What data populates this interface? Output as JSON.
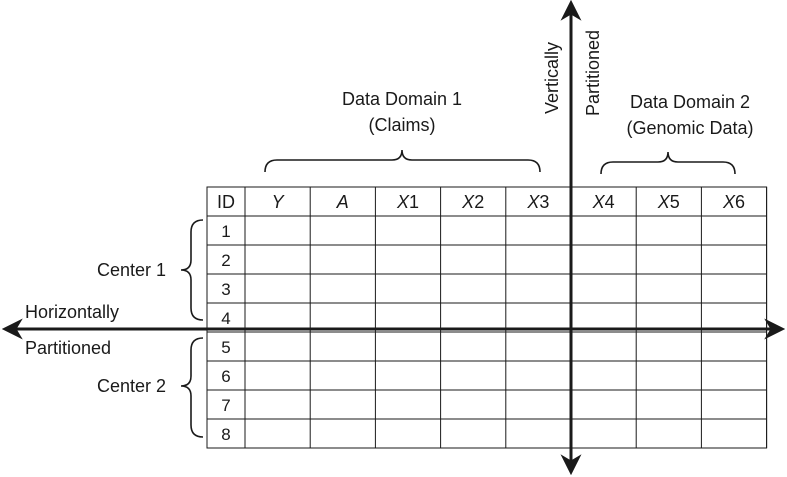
{
  "domain1": {
    "line1": "Data Domain 1",
    "line2": "(Claims)"
  },
  "domain2": {
    "line1": "Data Domain 2",
    "line2": "(Genomic Data)"
  },
  "vertical_label": {
    "line1": "Vertically",
    "line2": "Partitioned"
  },
  "horizontal_label": {
    "line1": "Horizontally",
    "line2": "Partitioned"
  },
  "center1": "Center 1",
  "center2": "Center 2",
  "table": {
    "id_header": "ID",
    "columns": [
      {
        "letter": "Y",
        "index": ""
      },
      {
        "letter": "A",
        "index": ""
      },
      {
        "letter": "X",
        "index": "1"
      },
      {
        "letter": "X",
        "index": "2"
      },
      {
        "letter": "X",
        "index": "3"
      },
      {
        "letter": "X",
        "index": "4"
      },
      {
        "letter": "X",
        "index": "5"
      },
      {
        "letter": "X",
        "index": "6"
      }
    ],
    "row_ids": [
      "1",
      "2",
      "3",
      "4",
      "5",
      "6",
      "7",
      "8"
    ]
  }
}
